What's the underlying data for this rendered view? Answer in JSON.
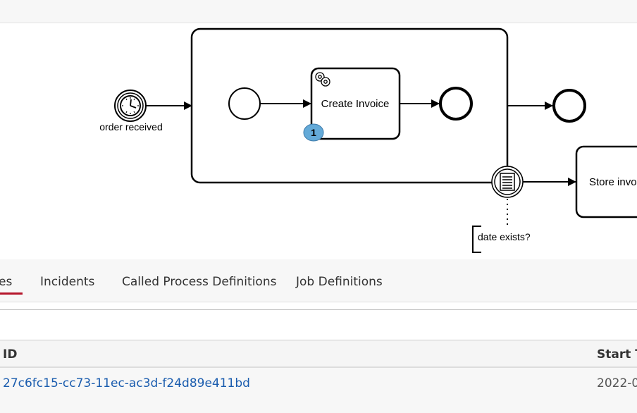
{
  "diagram": {
    "start_event_label": "order received",
    "task_create_invoice": "Create Invoice",
    "task_store_invoice": "Store invo",
    "badge_count": "1",
    "annotation": "date exists?"
  },
  "tabs": [
    {
      "label": "es",
      "active": true
    },
    {
      "label": "Incidents",
      "active": false
    },
    {
      "label": "Called Process Definitions",
      "active": false
    },
    {
      "label": "Job Definitions",
      "active": false
    }
  ],
  "table": {
    "headers": {
      "id": "ID",
      "start_time": "Start Ti"
    },
    "rows": [
      {
        "id": "27c6fc15-cc73-11ec-ac3d-f24d89e411bd",
        "start_time": "2022-0"
      }
    ]
  },
  "colors": {
    "accent": "#b5152b",
    "badge": "#64aad8",
    "link": "#1a5cae"
  }
}
